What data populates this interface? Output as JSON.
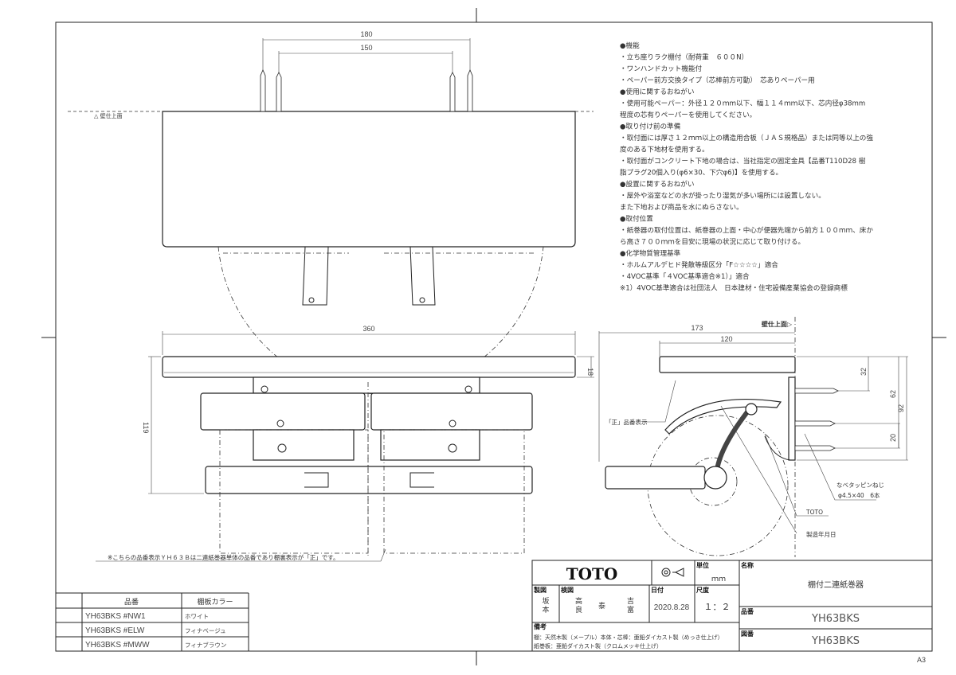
{
  "notes": [
    "●機能",
    "・立ち座りラク棚付（耐荷重　６００N）",
    "・ワンハンドカット機能付",
    "・ペーパー前方交換タイプ（芯棒前方可動）　芯ありペーパー用",
    "●使用に関するおねがい",
    "・使用可能ペーパー：外径１２０ｍｍ以下、幅１１４ｍｍ以下、芯内径φ38mm",
    "程度の芯有りペーパーを使用してください。",
    "●取り付け前の準備",
    "・取付面には厚さ１２ｍｍ以上の構造用合板（ＪＡＳ規格品）または同等以上の強",
    "度のある下地材を使用する。",
    "・取付面がコンクリート下地の場合は、当社指定の固定金具【品番T110D28 樹",
    "脂プラグ20個入り(φ6×30、下穴φ6)】を使用する。",
    "●設置に関するおねがい",
    "・屋外や浴室などの水が掛ったり湿気が多い場所には設置しない。",
    "また下地および商品を水にぬらさない。",
    "●取付位置",
    "・紙巻器の取付位置は、紙巻器の上面・中心が便器先端から前方１００ｍｍ、床か",
    "ら高さ７００ｍｍを目安に現場の状況に応じて取り付ける。",
    "●化学物質管理基準",
    "・ホルムアルデヒド発散等級区分「F☆☆☆☆」適合",
    "・4VOC基準「４VOC基準適合※1）」適合",
    "※1）4VOC基準適合は社団法人　日本建材・住宅設備産業協会の登録商標"
  ],
  "top_view": {
    "dim_outer": "180",
    "dim_inner": "150",
    "wall_label": "△ 壁仕上面"
  },
  "front_view": {
    "dim_width": "360",
    "dim_shelf": "18",
    "dim_height": "119",
    "note": "※こちらの品番表示ＹＨ６３Ｂは二連紙巻器単体の品番であり棚裏表示が「正」です。"
  },
  "side_view": {
    "wall_label": "壁仕上面▷",
    "dim_173": "173",
    "dim_120": "120",
    "dim_32": "32",
    "dim_62": "62",
    "dim_92": "92",
    "dim_20": "20",
    "label_sho": "「正」品番表示",
    "screw_name": "なべタッピンねじ",
    "screw_spec": "φ4.5×40　6本",
    "label_toto": "TOTO",
    "label_date": "製造年月日"
  },
  "parts_table": {
    "headers": [
      "品番",
      "棚板カラー"
    ],
    "rows": [
      [
        "YH63BKS #NW1",
        "ホワイト"
      ],
      [
        "YH63BKS #ELW",
        "フィナベージュ"
      ],
      [
        "YH63BKS #MWW",
        "フィナブラウン"
      ]
    ]
  },
  "title_block": {
    "logo": "TOTO",
    "unit_label": "単位",
    "unit": "ｍｍ",
    "name_label": "名称",
    "name": "棚付二連紙巻器",
    "drawn_label": "製図",
    "drawn_by": [
      "坂",
      "本"
    ],
    "checked_label": "検図",
    "checked_by": [
      "高",
      "良",
      "泰",
      "吉",
      "富"
    ],
    "date_label": "日付",
    "date": "2020.8.28",
    "scale_label": "尺度",
    "scale": "１：２",
    "part_label": "品番",
    "part": "YH63BKS",
    "drawing_label": "図番",
    "drawing": "YH63BKS",
    "remarks_label": "備考",
    "remarks": [
      "棚：天然木製（メープル）本体・芯棒：亜鉛ダイカスト製（めっき仕上げ）",
      "紙巻板：亜鉛ダイカスト製（クロムメッキ仕上げ）"
    ]
  },
  "sheet_size": "A3"
}
